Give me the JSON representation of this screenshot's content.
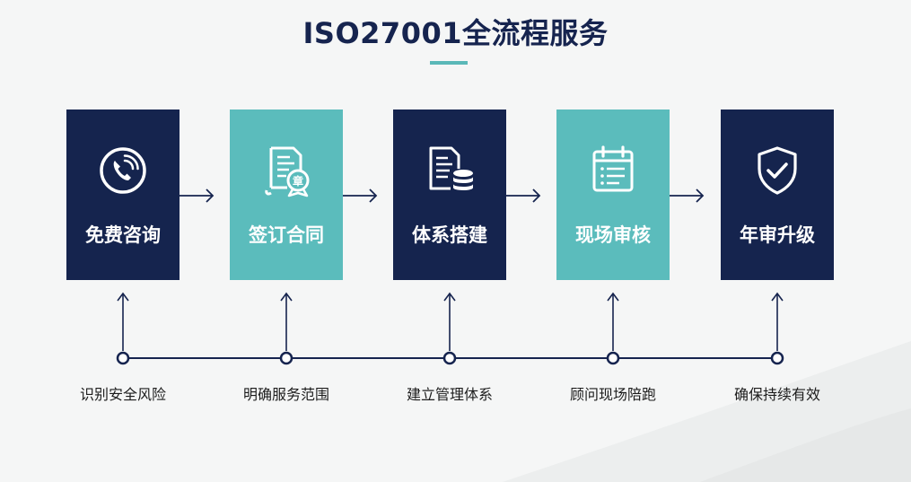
{
  "title": "ISO27001全流程服务",
  "colors": {
    "dark": "#15244e",
    "teal": "#5bbcbc",
    "line": "#16244f"
  },
  "steps": [
    {
      "label": "免费咨询",
      "icon": "phone-icon",
      "style": "dark",
      "desc": "识别安全风险"
    },
    {
      "label": "签订合同",
      "icon": "contract-seal-icon",
      "style": "teal",
      "desc": "明确服务范围"
    },
    {
      "label": "体系搭建",
      "icon": "document-database-icon",
      "style": "dark",
      "desc": "建立管理体系"
    },
    {
      "label": "现场审核",
      "icon": "calendar-checklist-icon",
      "style": "teal",
      "desc": "顾问现场陪跑"
    },
    {
      "label": "年审升级",
      "icon": "shield-check-icon",
      "style": "dark",
      "desc": "确保持续有效"
    }
  ],
  "seal_text": "章"
}
